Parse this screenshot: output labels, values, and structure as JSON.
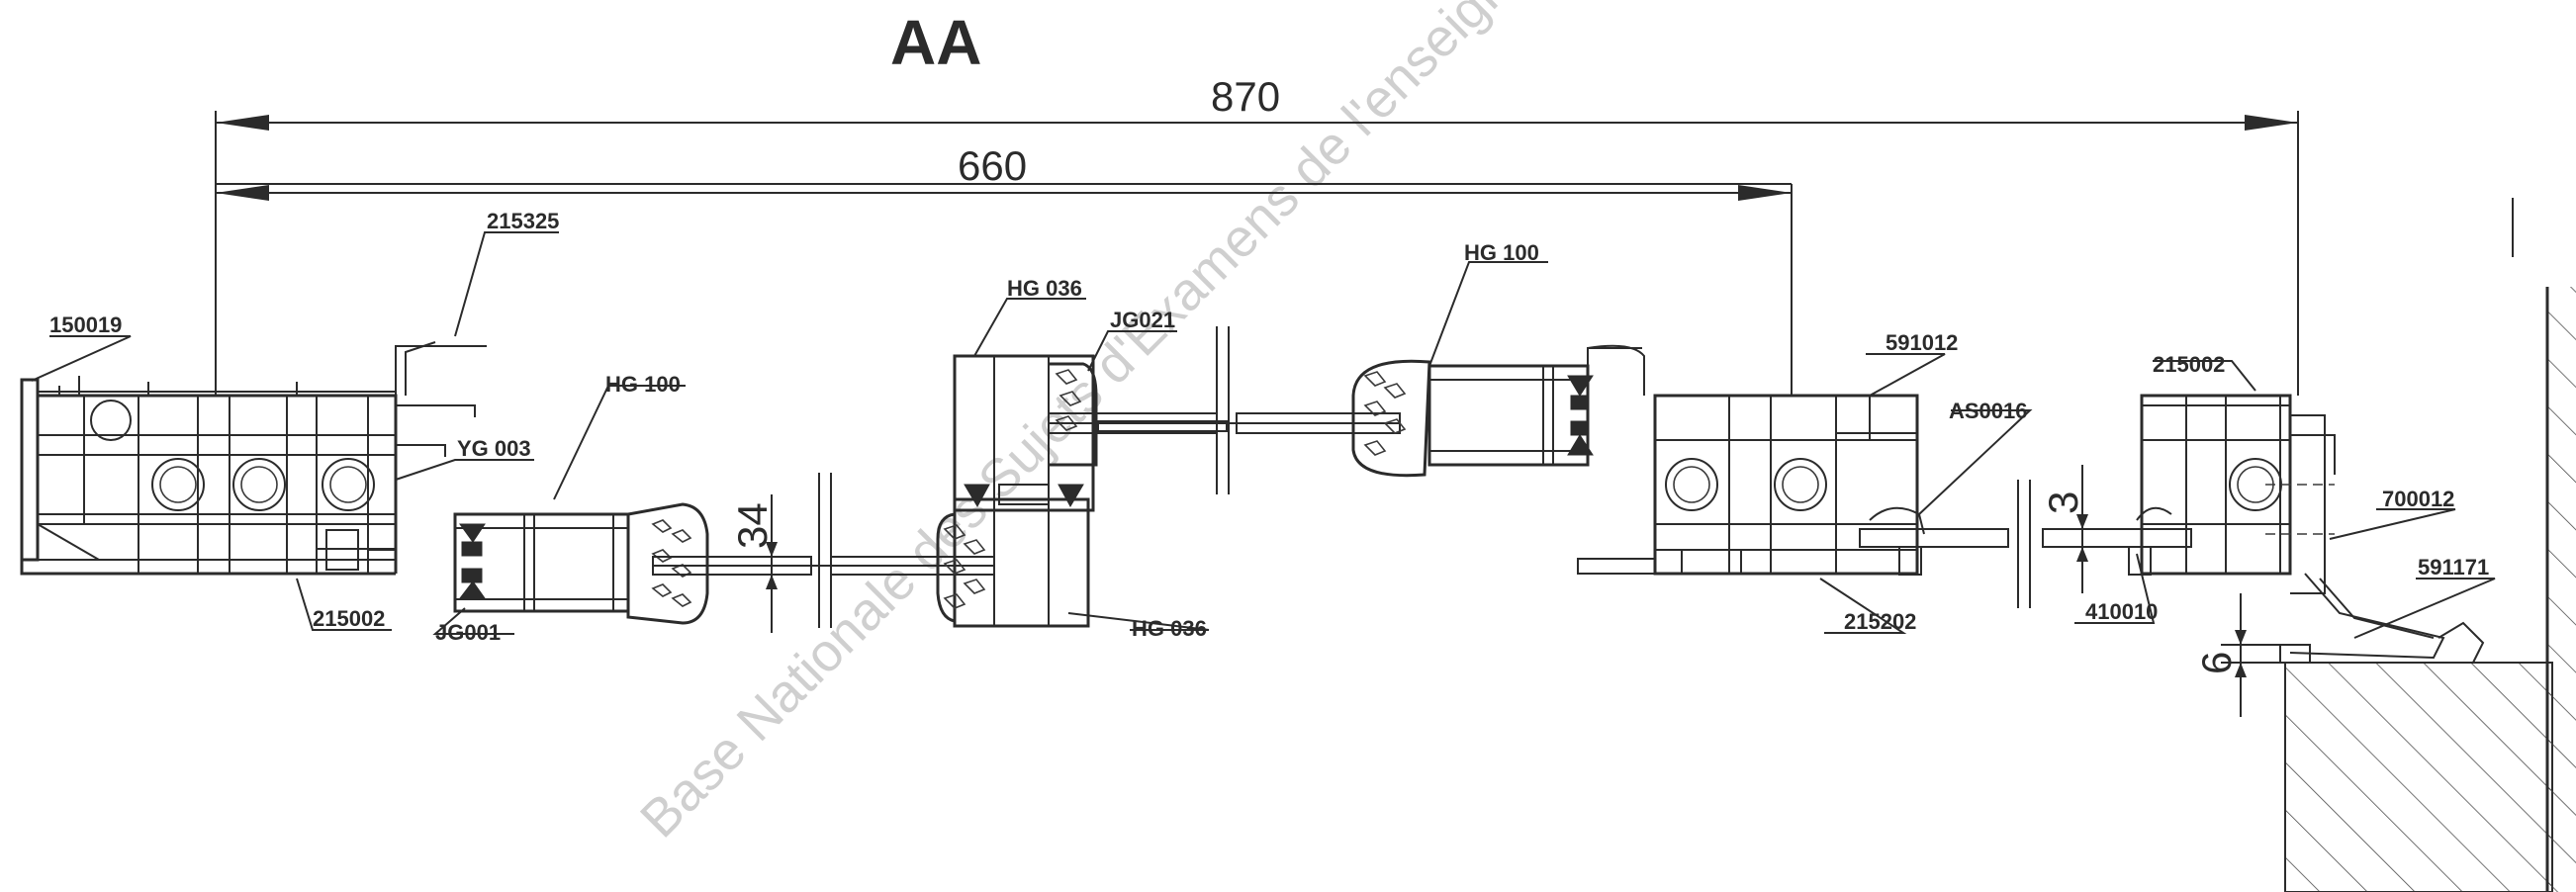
{
  "title": "AA",
  "watermark": "Base Nationale des Sujets d'Examens de l'enseignement professionnel - Réseau SCÉRÉN",
  "dimensions": {
    "overall_width": "870",
    "sash_width": "660",
    "glass_left": "34",
    "glass_right": "3",
    "bottom_gap": "6"
  },
  "labels": {
    "p150019": "150019",
    "p215325": "215325",
    "yg003": "YG 003",
    "hg100_left": "HG 100",
    "p215002_left": "215002",
    "jg001": "JG001",
    "hg036_top": "HG 036",
    "jg021": "JG021",
    "hg036_bottom": "HG 036",
    "hg100_right": "HG 100",
    "p591012": "591012",
    "as0016": "AS0016",
    "p215202": "215202",
    "p410010": "410010",
    "p215002_right": "215002",
    "p700012": "700012",
    "p591171": "591171"
  }
}
